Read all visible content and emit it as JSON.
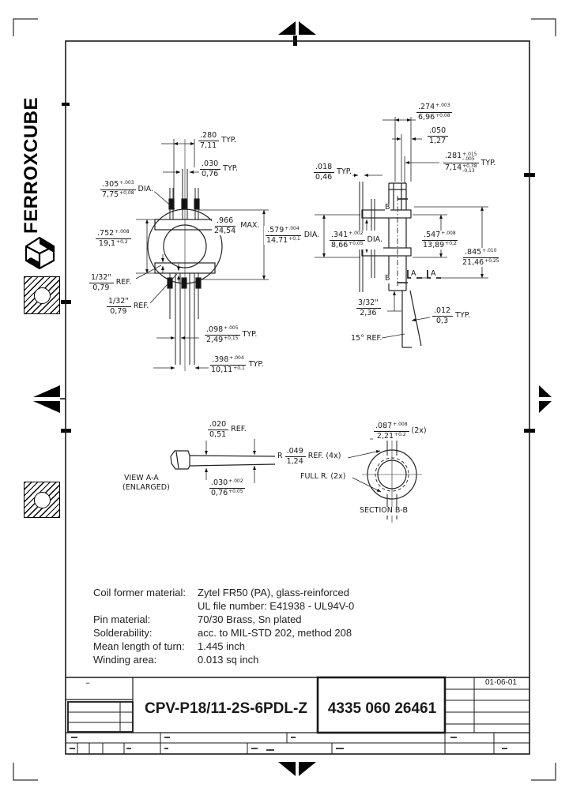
{
  "logo": {
    "text": "FERROXCUBE"
  },
  "dims": {
    "pin_pitch": {
      "top": ".280",
      "bot": "7,11",
      "suffix": "TYP."
    },
    "pin_width": {
      "top": ".030",
      "bot": "0,76",
      "suffix": "TYP."
    },
    "pin_dia": {
      "top": ".305",
      "top_tol": "+.003",
      "bot": "7,75",
      "bot_tol": "+0,08",
      "suffix": "DIA."
    },
    "flange_span": {
      "top": ".752",
      "top_tol": "+.008",
      "bot": "19,1",
      "bot_tol": "+0,2"
    },
    "height_max": {
      "top": ".966",
      "bot": "24,54",
      "suffix": "MAX."
    },
    "ref_32_a": {
      "top": "1/32\"",
      "bot": "0,79",
      "suffix": "REF."
    },
    "ref_32_b": {
      "top": "1/32\"",
      "bot": "0,79",
      "suffix": "REF."
    },
    "pin_pair": {
      "top": ".098",
      "top_tol": "+.005",
      "bot": "2,49",
      "bot_tol": "+0,15",
      "suffix": "TYP."
    },
    "pin_span": {
      "top": ".398",
      "top_tol": "+.004",
      "bot": "10,11",
      "bot_tol": "+0,1",
      "suffix": "TYP."
    },
    "top_274": {
      "top": ".274",
      "top_tol": "+.003",
      "bot": "6,96",
      "bot_tol": "+0,08"
    },
    "top_050": {
      "top": ".050",
      "bot": "1,27"
    },
    "top_281": {
      "top": ".281",
      "top_tol": "+.015\n-.005",
      "bot": "7,14",
      "bot_tol": "+0,38\n-0,13",
      "suffix": "TYP."
    },
    "wall_018": {
      "top": ".018",
      "bot": "0,46",
      "suffix": "TYP."
    },
    "dia_579": {
      "top": ".579",
      "top_tol": "+.004",
      "bot": "14,71",
      "bot_tol": "+0,1",
      "suffix": "DIA."
    },
    "dia_341": {
      "top": ".341",
      "top_tol": "+.002",
      "bot": "8,66",
      "bot_tol": "+0,05",
      "suffix": "DIA."
    },
    "dia_547": {
      "top": ".547",
      "top_tol": "+.008",
      "bot": "13,89",
      "bot_tol": "+0,2"
    },
    "dia_845": {
      "top": ".845",
      "top_tol": "+.010",
      "bot": "21,46",
      "bot_tol": "+0,25"
    },
    "ref_332": {
      "top": "3/32\"",
      "bot": "2,36"
    },
    "tip_012": {
      "top": ".012",
      "bot": "0,3",
      "suffix": "TYP."
    },
    "aa_020": {
      "top": ".020",
      "bot": "0,51",
      "suffix": "REF."
    },
    "aa_030": {
      "top": ".030",
      "top_tol": "+.002",
      "bot": "0,76",
      "bot_tol": "+0,05"
    },
    "bb_087": {
      "top": ".087",
      "top_tol": "+.008",
      "bot": "2,21",
      "bot_tol": "+0,2",
      "suffix": "(2x)"
    },
    "bb_049": {
      "prefix": "R",
      "top": ".049",
      "bot": "1,24",
      "suffix": "REF. (4x)"
    }
  },
  "labels": {
    "view_aa_1": "VIEW A-A",
    "view_aa_2": "(ENLARGED)",
    "section_bb": "SECTION B-B",
    "full_r": "FULL R. (2x)",
    "angle_ref": "15° REF.",
    "b_top": "B",
    "b_bottom": "B",
    "a_1": "A",
    "a_2": "A"
  },
  "specs": {
    "rows": [
      {
        "label": "Coil former material:",
        "value": "Zytel FR50 (PA), glass-reinforced"
      },
      {
        "label": "",
        "value": "UL file number: E41938 - UL94V-0"
      },
      {
        "label": "Pin material:",
        "value": "70/30 Brass, Sn plated"
      },
      {
        "label": "Solderability:",
        "value": "acc. to MIL-STD 202, method 208"
      },
      {
        "label": "Mean length of turn:",
        "value": "1.445 inch"
      },
      {
        "label": "Winding area:",
        "value": "0.013 sq inch"
      }
    ]
  },
  "title_block": {
    "dash": "–",
    "type_number": "CPV-P18/11-2S-6PDL-Z",
    "code_number": "4335 060 26461",
    "date": "01-06-01"
  }
}
